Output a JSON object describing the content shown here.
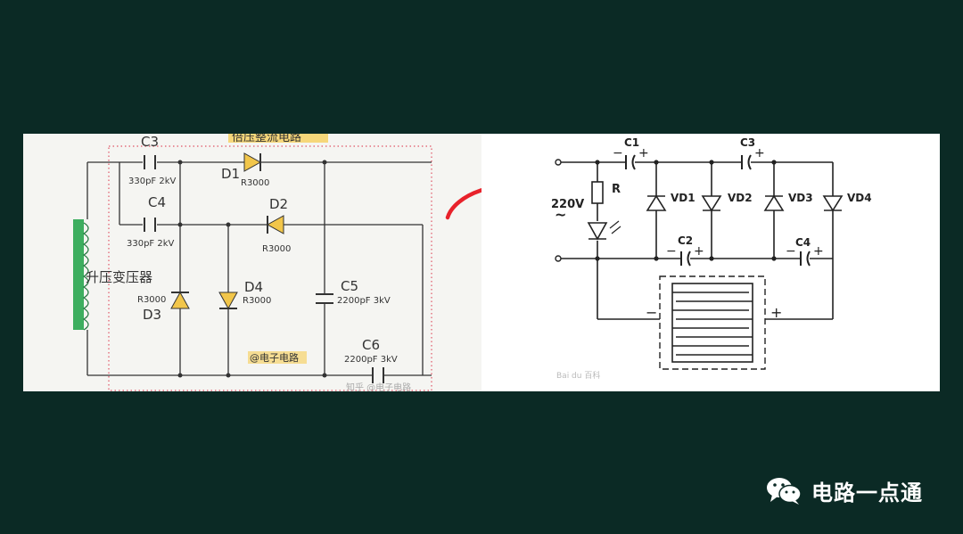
{
  "left_circuit": {
    "heading": "倍压整流电路",
    "transformer_label": "升压变压器",
    "watermark": "@电子电路",
    "watermark_bottom": "知乎 @电子电路",
    "components": {
      "c3": {
        "name": "C3",
        "value": "330pF 2kV"
      },
      "c4": {
        "name": "C4",
        "value": "330pF 2kV"
      },
      "d1": {
        "name": "D1",
        "value": "R3000"
      },
      "d2": {
        "name": "D2",
        "value": "R3000"
      },
      "d3": {
        "name": "D3",
        "value": "R3000"
      },
      "d4": {
        "name": "D4",
        "value": "R3000"
      },
      "c5": {
        "name": "C5",
        "value": "2200pF 3kV"
      },
      "c6": {
        "name": "C6",
        "value": "2200pF 3kV"
      }
    },
    "colors": {
      "wire": "#333333",
      "diode": "#f2c64a",
      "coil": "#3dae5f",
      "border": "#e05566",
      "highlight": "#f6d77a"
    }
  },
  "question_mark": {
    "color": "#e8222b"
  },
  "right_circuit": {
    "voltage": "220V",
    "ac_symbol": "~",
    "resistor": "R",
    "capacitors": {
      "c1": "C1",
      "c2": "C2",
      "c3": "C3",
      "c4": "C4"
    },
    "diodes": {
      "vd1": "VD1",
      "vd2": "VD2",
      "vd3": "VD3",
      "vd4": "VD4"
    },
    "polarity": {
      "plus": "+",
      "minus": "−"
    },
    "watermark": "Bai du 百科"
  },
  "brand": {
    "name": "电路一点通",
    "icon": "wechat-icon"
  }
}
